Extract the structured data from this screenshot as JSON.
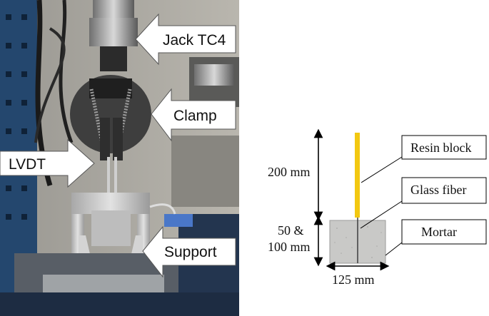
{
  "photo": {
    "callouts": [
      {
        "id": "jack",
        "text": "Jack TC4"
      },
      {
        "id": "clamp",
        "text": "Clamp"
      },
      {
        "id": "lvdt",
        "text": "LVDT"
      },
      {
        "id": "support",
        "text": "Support"
      }
    ]
  },
  "diagram": {
    "labels": {
      "resin": "Resin block",
      "fiber": "Glass fiber",
      "mortar": "Mortar"
    },
    "dims": {
      "height_top": "200 mm",
      "height_bottom_1": "50 &",
      "height_bottom_2": "100 mm",
      "width": "125 mm"
    },
    "colors": {
      "fiber": "#f2c811",
      "mortar": "#c9c9c7"
    }
  }
}
